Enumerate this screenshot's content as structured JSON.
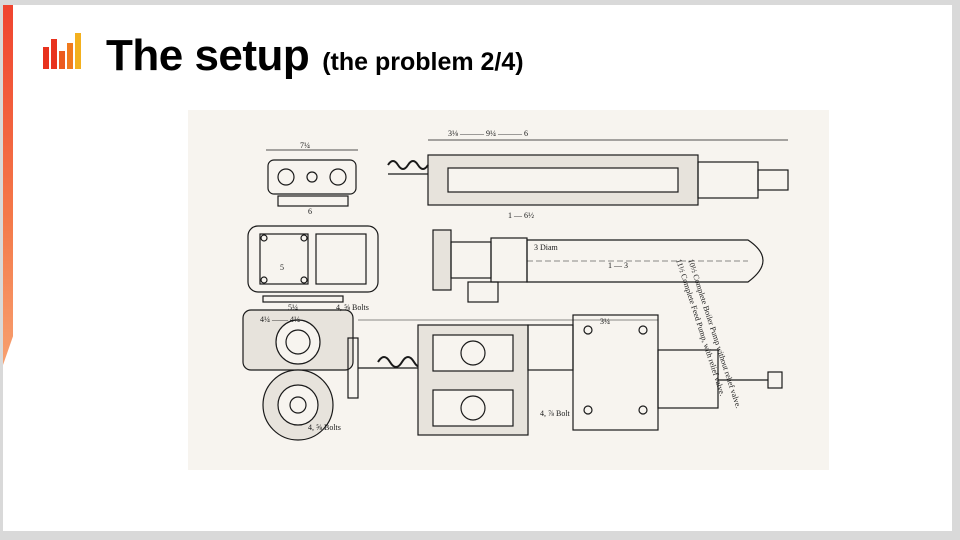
{
  "slide": {
    "title_main": "The setup",
    "title_sub": "(the problem 2/4)"
  },
  "logo": {
    "icon": "brand-logo-icon",
    "colors": [
      "#e8321e",
      "#f07a1e",
      "#f3b01e"
    ]
  },
  "figure": {
    "icon": "mechanical-drawing-pump",
    "annotations": {
      "left_top": "7¼",
      "center_top": "3⅛ ——— 9¼ ——— 6",
      "dim_six": "6",
      "dim_1": "1 — 6½",
      "dim_5": "5",
      "dim_5b": "5¼",
      "bolts_1": "4, ⅝ Bolts",
      "bolts_2": "4, ⅝ Bolts",
      "center_1": "1 — 3",
      "diam": "3 Diam",
      "caption_1": "10½ Complete Boiler Pump without relief valve.",
      "caption_2": "11½ Complete Feed Pump, with relief valve.",
      "lower_top": "4¼ —— 4¼",
      "lower_right": "3¼",
      "bolt_bottom": "4, ⅞ Bolt"
    }
  },
  "colors": {
    "accent": "#f0442f",
    "background": "#d9d9d9",
    "paper": "#f7f4ef",
    "ink": "#1a1a1a"
  }
}
